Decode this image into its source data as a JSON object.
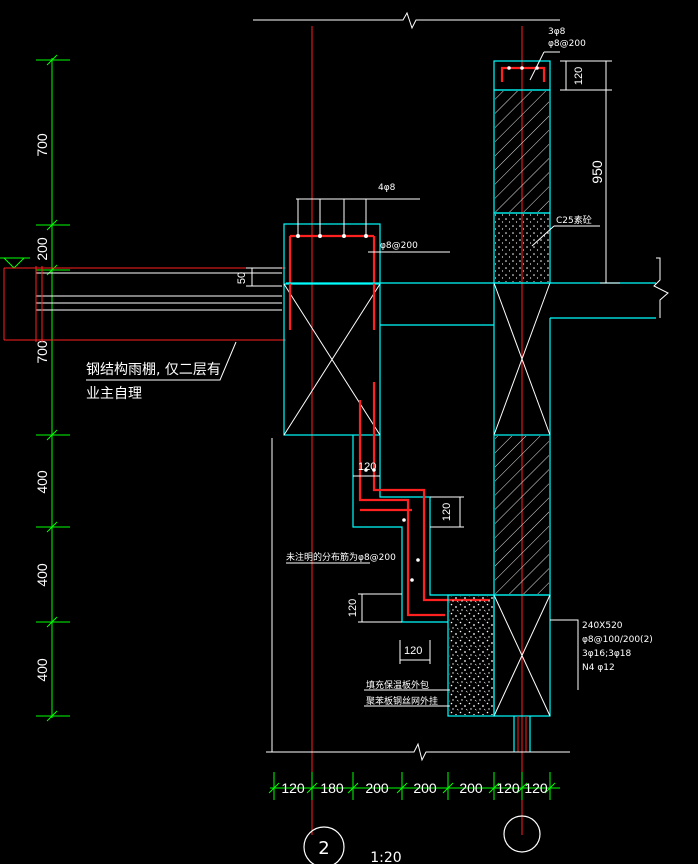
{
  "left_dimensions": [
    "700",
    "200",
    "700",
    "400",
    "400",
    "400"
  ],
  "bottom_dimensions": [
    "120",
    "180",
    "200",
    "200",
    "200",
    "120",
    "120"
  ],
  "dim_50": "50",
  "dim_120_top": "120",
  "dim_950": "950",
  "dim_120_a": "120",
  "dim_120_b": "120",
  "dim_120_c": "120",
  "dim_120_d": "120",
  "labels": {
    "rebar_3phi8": "3φ8",
    "rebar_phi8_200_top": "φ8@200",
    "c25": "C25素砼",
    "rebar_4phi8": "4φ8",
    "rebar_phi8_200_beam": "φ8@200",
    "canopy_line1": "钢结构雨棚, 仅二层有",
    "canopy_line2": "业主自理",
    "distribution_bars": "未注明的分布筋为φ8@200",
    "beam_size": "240X520",
    "beam_stirrup": "φ8@100/200(2)",
    "beam_main": "3φ16;3φ18",
    "beam_n": "N4 φ12",
    "insulation_line1": "填充保温板外包",
    "insulation_line2": "聚苯板钢丝网外挂"
  },
  "axis_left": "2",
  "axis_right": "",
  "scale": "1:20",
  "colors": {
    "background": "#000000",
    "structure": "#00ffff",
    "rebar": "#ff2020",
    "axis": "#ff2020",
    "dimension": "#00ff00",
    "text": "#ffffff"
  }
}
